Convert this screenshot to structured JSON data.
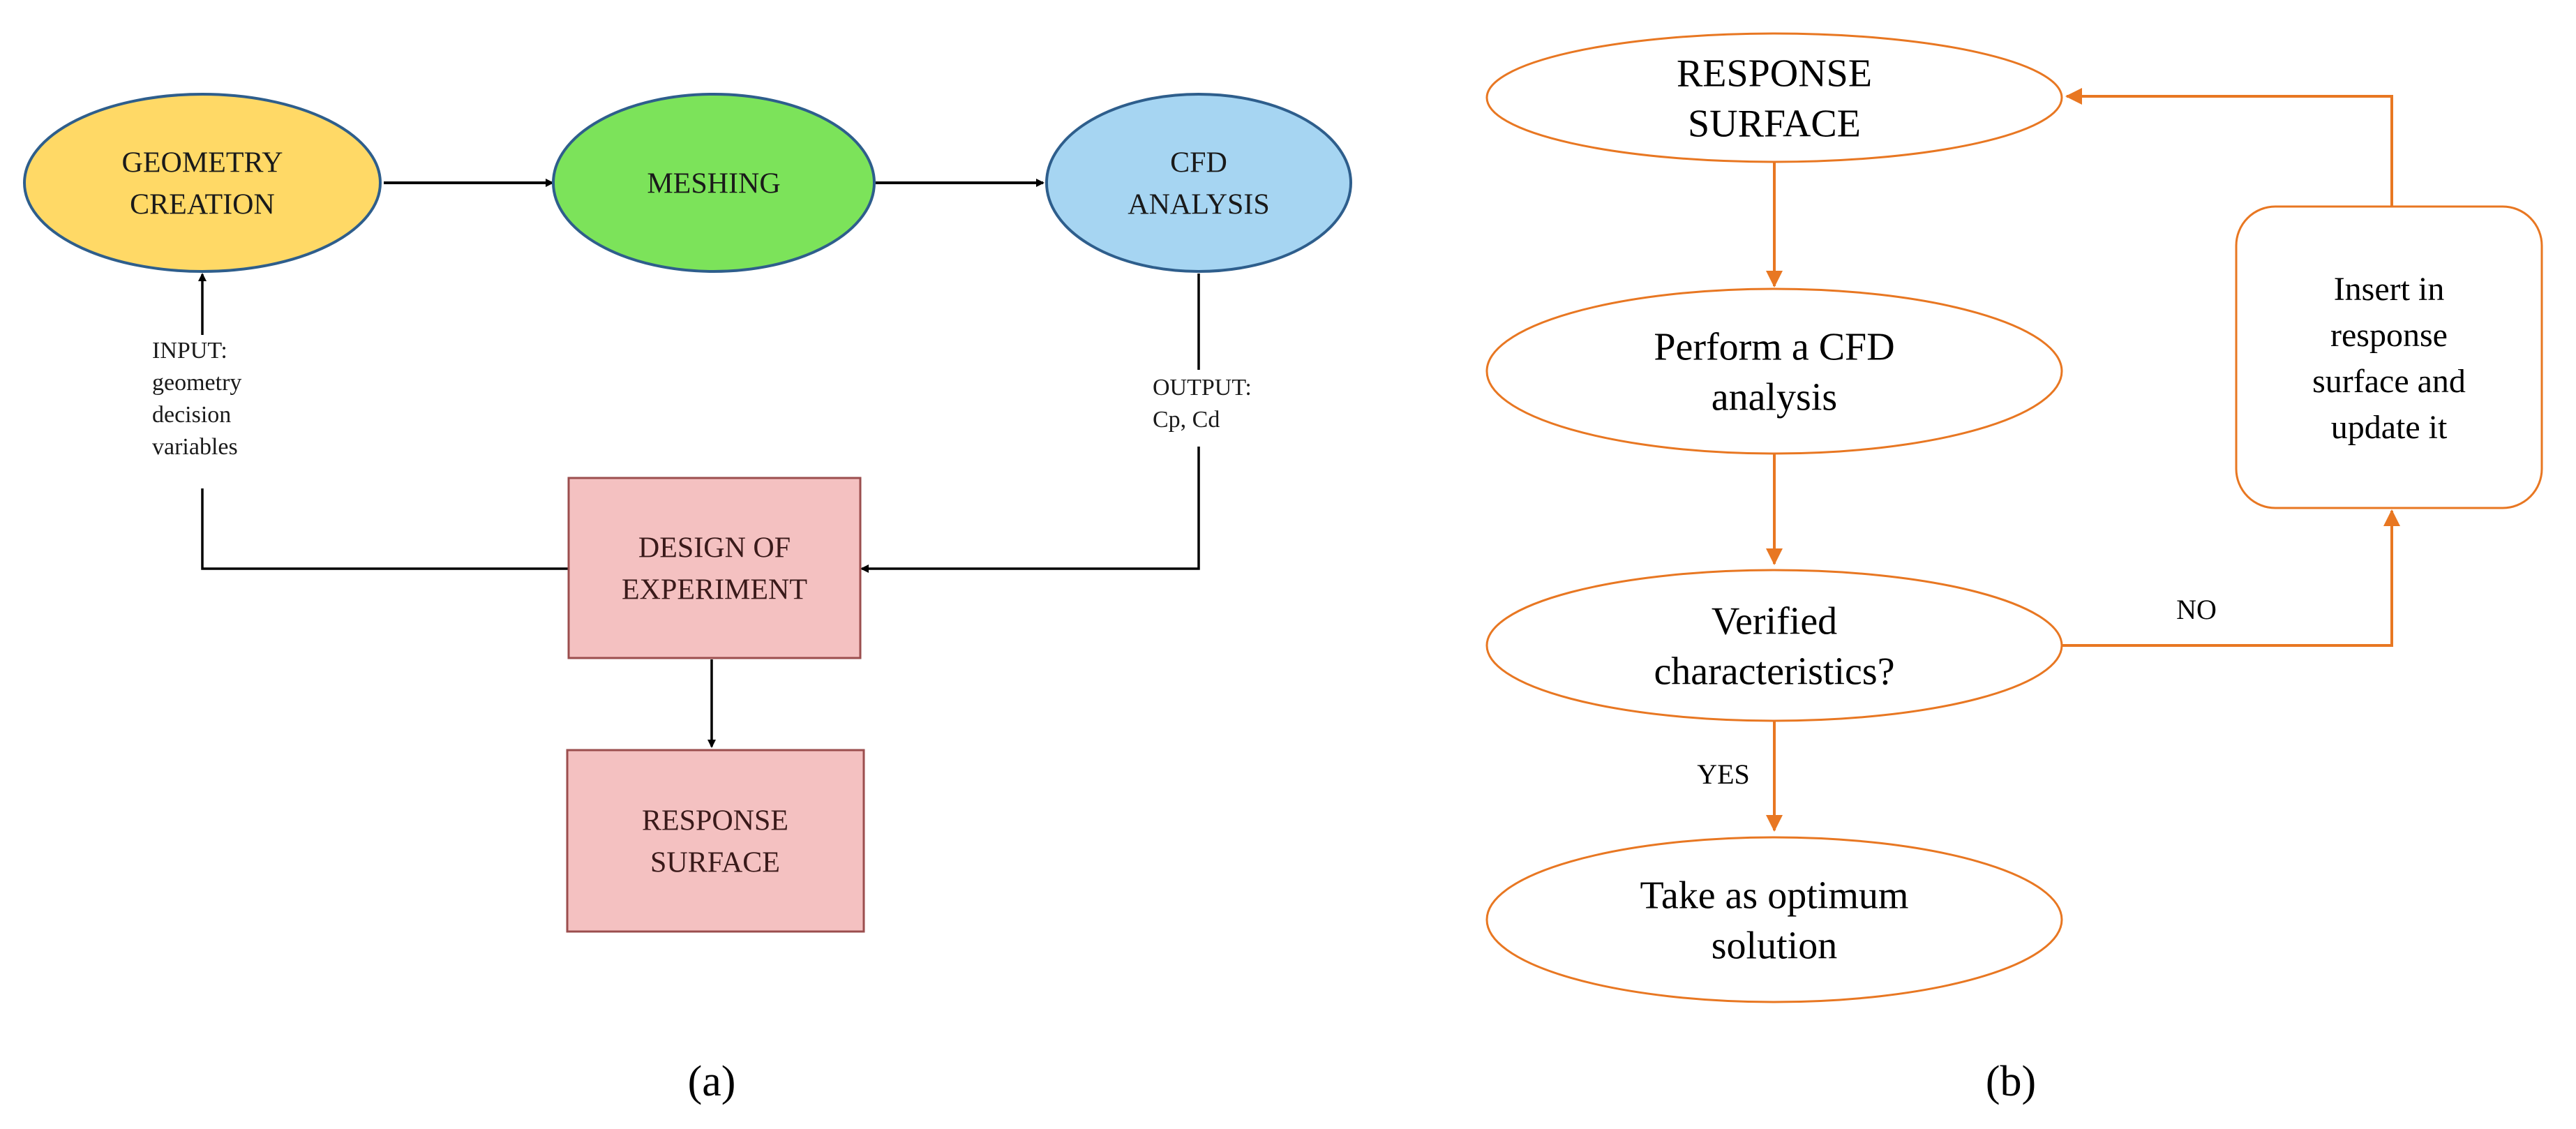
{
  "diagram_a": {
    "nodes": {
      "geometry_creation": [
        "GEOMETRY",
        "CREATION"
      ],
      "meshing": [
        "MESHING"
      ],
      "cfd_analysis": [
        "CFD",
        "ANALYSIS"
      ],
      "design_of_experiment": [
        "DESIGN OF",
        "EXPERIMENT"
      ],
      "response_surface": [
        "RESPONSE",
        "SURFACE"
      ]
    },
    "labels": {
      "input": [
        "INPUT:",
        "geometry",
        "decision",
        "variables"
      ],
      "output": [
        "OUTPUT:",
        "Cp, Cd"
      ]
    },
    "caption": "(a)",
    "colors": {
      "geometry": "#FFD966",
      "meshing": "#7CE35A",
      "cfd": "#A6D5F2",
      "box": "#F4C1C1",
      "box_border": "#9B4E4E",
      "ellipse_border": "#2E5E8C"
    }
  },
  "diagram_b": {
    "nodes": {
      "response_surface": [
        "RESPONSE",
        "SURFACE"
      ],
      "perform_cfd": [
        "Perform a CFD",
        "analysis"
      ],
      "verified": [
        "Verified",
        "characteristics?"
      ],
      "optimum": [
        "Take as optimum",
        "solution"
      ],
      "insert": [
        "Insert in",
        "response",
        "surface and",
        "update it"
      ]
    },
    "labels": {
      "no": "NO",
      "yes": "YES"
    },
    "caption": "(b)",
    "colors": {
      "accent": "#E87722"
    }
  }
}
